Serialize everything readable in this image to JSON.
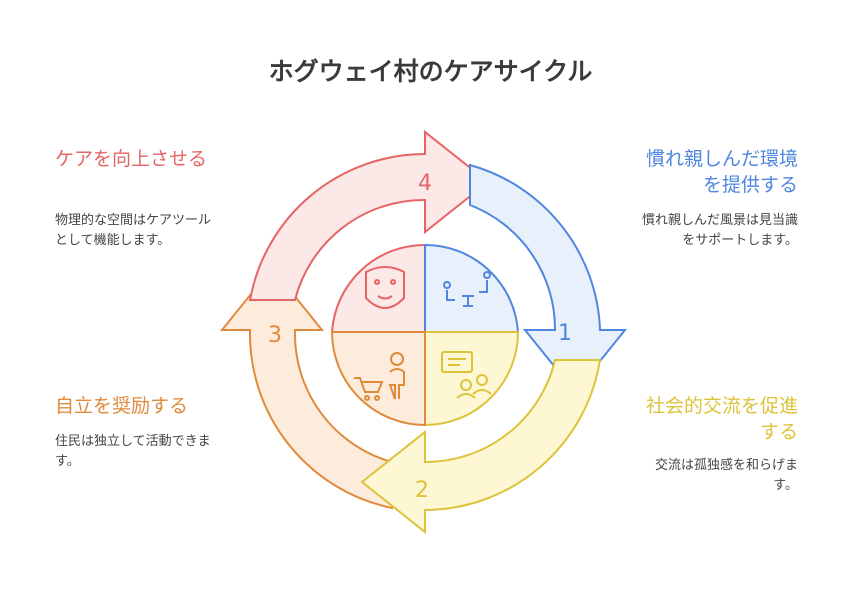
{
  "title": "ホグウェイ村のケアサイクル",
  "colors": {
    "red": "#e56565",
    "blue": "#4f86e0",
    "yellow": "#ddc33a",
    "orange": "#e08a3c"
  },
  "steps": [
    {
      "number": "1",
      "heading": "慣れ親しんだ環境を提供する",
      "description": "慣れ親しんだ風景は見当識をサポートします。",
      "icon": "people-seated-icon"
    },
    {
      "number": "2",
      "heading": "社会的交流を促進する",
      "description": "交流は孤独感を和らげます。",
      "icon": "conversation-icon"
    },
    {
      "number": "3",
      "heading": "自立を奨励する",
      "description": "住民は独立して活動できます。",
      "icon": "shopping-cart-person-icon"
    },
    {
      "number": "4",
      "heading": "ケアを向上させる",
      "description": "物理的な空間はケアツールとして機能します。",
      "icon": "face-mask-icon"
    }
  ]
}
